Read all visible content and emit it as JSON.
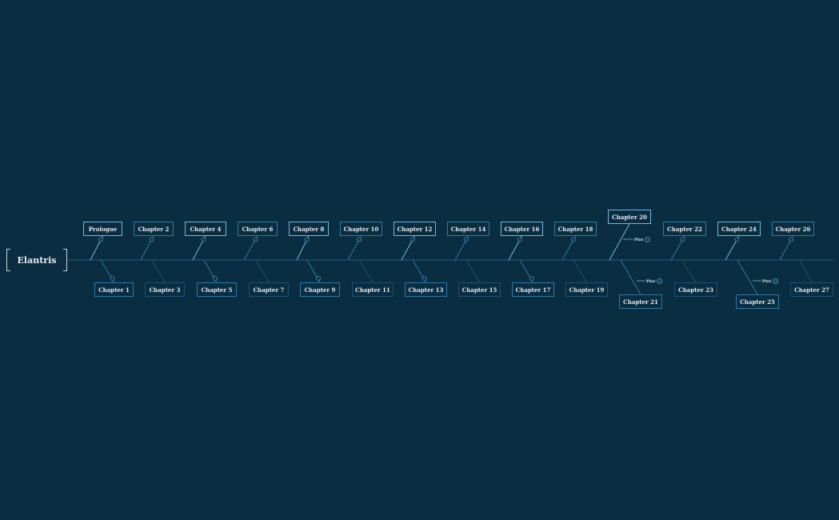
{
  "root": {
    "title": "Elantris"
  },
  "colors": {
    "background": "#0b2d42",
    "spine": "#16445f",
    "branch": "#2f78a6",
    "branch_bright": "#6fb8e0"
  },
  "top_nodes": [
    {
      "label": "Prologue",
      "style": "bright"
    },
    {
      "label": "Chapter 2",
      "style": "normal"
    },
    {
      "label": "Chapter 4",
      "style": "bright"
    },
    {
      "label": "Chapter 6",
      "style": "normal"
    },
    {
      "label": "Chapter 8",
      "style": "bright"
    },
    {
      "label": "Chapter 10",
      "style": "normal"
    },
    {
      "label": "Chapter 12",
      "style": "bright"
    },
    {
      "label": "Chapter 14",
      "style": "normal"
    },
    {
      "label": "Chapter 16",
      "style": "bright"
    },
    {
      "label": "Chapter 18",
      "style": "normal"
    },
    {
      "label": "Chapter 20",
      "style": "bright"
    },
    {
      "label": "Chapter 22",
      "style": "normal"
    },
    {
      "label": "Chapter 24",
      "style": "bright"
    },
    {
      "label": "Chapter 26",
      "style": "normal"
    }
  ],
  "bottom_nodes": [
    {
      "label": "Chapter 1",
      "style": "normal"
    },
    {
      "label": "Chapter 3",
      "style": "dim"
    },
    {
      "label": "Chapter 5",
      "style": "normal"
    },
    {
      "label": "Chapter 7",
      "style": "dim"
    },
    {
      "label": "Chapter 9",
      "style": "normal"
    },
    {
      "label": "Chapter 11",
      "style": "dim"
    },
    {
      "label": "Chapter 13",
      "style": "normal"
    },
    {
      "label": "Chapter 15",
      "style": "dim"
    },
    {
      "label": "Chapter 17",
      "style": "normal"
    },
    {
      "label": "Chapter 19",
      "style": "dim"
    },
    {
      "label": "Chapter 21",
      "style": "normal"
    },
    {
      "label": "Chapter 23",
      "style": "dim"
    },
    {
      "label": "Chapter 25",
      "style": "normal"
    },
    {
      "label": "Chapter 27",
      "style": "dim"
    }
  ],
  "plot_labels": [
    {
      "label": "Plot",
      "icon": "collapse-count-icon",
      "icon_glyph": "+"
    },
    {
      "label": "Plot",
      "icon": "collapse-count-icon",
      "icon_glyph": "+"
    },
    {
      "label": "Plot",
      "icon": "collapse-count-icon",
      "icon_glyph": "+"
    }
  ]
}
